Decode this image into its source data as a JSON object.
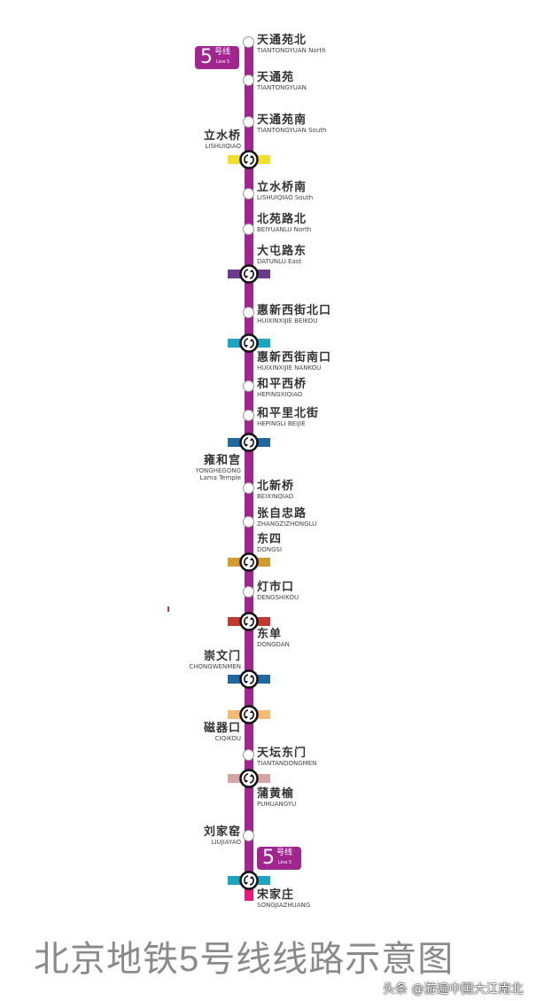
{
  "line": {
    "number": "5",
    "hao": "号线",
    "en": "Line 5",
    "color": "#a0258f",
    "terminal_color": "#e6197a"
  },
  "stations": [
    {
      "cn": "天通苑北",
      "en": "TIANTONGYUAN North",
      "transfer": false
    },
    {
      "cn": "天通苑",
      "en": "TIANTONGYUAN",
      "transfer": false
    },
    {
      "cn": "天通苑南",
      "en": "TIANTONGYUAN South",
      "transfer": false
    },
    {
      "cn": "立水桥",
      "en": "LISHUIQIAO",
      "transfer": true,
      "color": "#f2df2a"
    },
    {
      "cn": "立水桥南",
      "en": "LISHUIQIAO South",
      "transfer": false
    },
    {
      "cn": "北苑路北",
      "en": "BEIYUANLU North",
      "transfer": false
    },
    {
      "cn": "大屯路东",
      "en": "DATUNLU East",
      "transfer": true,
      "color": "#6b3a8c"
    },
    {
      "cn": "惠新西街北口",
      "en": "HUIXINXIJIE BEIKOU",
      "transfer": false
    },
    {
      "cn": "惠新西街南口",
      "en": "HUIXINXIJIE NANKOU",
      "transfer": true,
      "color": "#1aa6c0"
    },
    {
      "cn": "和平西桥",
      "en": "HEPINGXIQIAO",
      "transfer": false
    },
    {
      "cn": "和平里北街",
      "en": "HEPINGLI BEIJIE",
      "transfer": false
    },
    {
      "cn": "雍和宫",
      "en": "YONGHEGONG",
      "en2": "Lama Temple",
      "transfer": true,
      "color": "#1f69a0"
    },
    {
      "cn": "北新桥",
      "en": "BEIXINQIAO",
      "transfer": false
    },
    {
      "cn": "张自忠路",
      "en": "ZHANGZIZHONGLU",
      "transfer": false
    },
    {
      "cn": "东四",
      "en": "DONGSI",
      "transfer": true,
      "color": "#d39a2c"
    },
    {
      "cn": "灯市口",
      "en": "DENGSHIKOU",
      "transfer": false
    },
    {
      "cn": "东单",
      "en": "DONGDAN",
      "transfer": true,
      "color": "#c4372f"
    },
    {
      "cn": "崇文门",
      "en": "CHONGWENMEN",
      "transfer": true,
      "color": "#1f69a0"
    },
    {
      "cn": "磁器口",
      "en": "CIQIKOU",
      "transfer": true,
      "color": "#f6b973"
    },
    {
      "cn": "天坛东门",
      "en": "TIANTANDONGMEN",
      "transfer": false
    },
    {
      "cn": "蒲黄榆",
      "en": "PUHUANGYU",
      "transfer": true,
      "color": "#d6a3a3"
    },
    {
      "cn": "刘家窑",
      "en": "LIUJIAYAO",
      "transfer": false
    },
    {
      "cn": "宋家庄",
      "en": "SONGJIAZHUANG",
      "transfer": true,
      "color": "#1aa6c0"
    }
  ],
  "caption": "北京地铁5号线线路示意图",
  "watermark": "头条 @游遍中国大江南北"
}
